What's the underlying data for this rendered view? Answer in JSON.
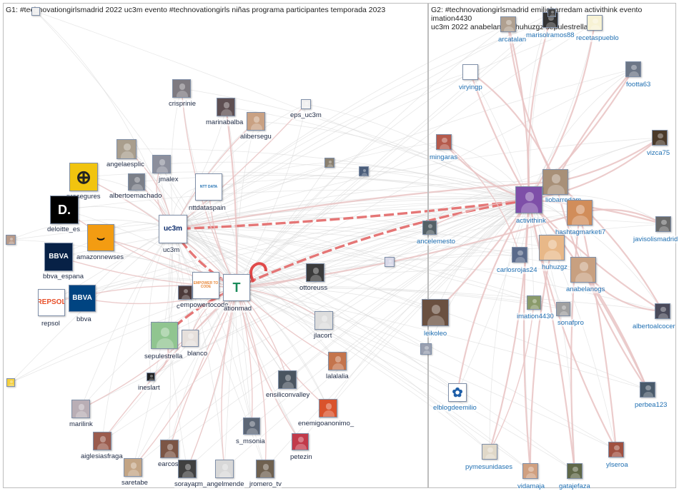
{
  "groups": [
    {
      "id": "g1",
      "caption": "G1: #technovationgirlsmadrid 2022 uc3m evento #technovationgirls niñas programa participantes temporada 2023"
    },
    {
      "id": "g2",
      "caption": "G2: #technovationgirlsmadrid emiliobarredam activithink evento imation4430\nuc3m 2022 anabelanogs huhuzgz sepulestrella"
    }
  ],
  "colors": {
    "edge_light": "#e9c4c4",
    "edge_strong": "#e46f6f",
    "edge_gray": "#d6d6d6",
    "label_g1": "#1e2a44",
    "label_g2": "#1f6fb2"
  },
  "nodes": [
    {
      "id": "crisprinie",
      "label": "crisprinie",
      "group": "g1",
      "icon": "profile-photo"
    },
    {
      "id": "marinabalba",
      "label": "marinabalba",
      "group": "g1",
      "icon": "profile-photo"
    },
    {
      "id": "alibersegu",
      "label": "alibersegu",
      "group": "g1",
      "icon": "profile-photo"
    },
    {
      "id": "eps_uc3m",
      "label": "eps_uc3m",
      "group": "g1",
      "icon": "profile-photo"
    },
    {
      "id": "angelaesplic",
      "label": "angelaesplic",
      "group": "g1",
      "icon": "profile-photo"
    },
    {
      "id": "jmalex",
      "label": "jmalex",
      "group": "g1",
      "icon": "profile-photo"
    },
    {
      "id": "prosegures",
      "label": "prosegures",
      "group": "g1",
      "icon": "globe-logo"
    },
    {
      "id": "albertoemachado",
      "label": "albertoemachado",
      "group": "g1",
      "icon": "profile-photo"
    },
    {
      "id": "nttdataspain",
      "label": "nttdataspain",
      "group": "g1",
      "icon": "nttdata-logo",
      "logo_text": "NTT DATA"
    },
    {
      "id": "deloitte_es",
      "label": "deloitte_es",
      "group": "g1",
      "icon": "deloitte-logo",
      "logo_text": "D."
    },
    {
      "id": "amazonnewses",
      "label": "amazonnewses",
      "group": "g1",
      "icon": "amazon-logo",
      "logo_text": "⌣"
    },
    {
      "id": "uc3m",
      "label": "uc3m",
      "group": "g1",
      "icon": "uc3m-logo",
      "logo_text": "uc3m"
    },
    {
      "id": "bbva_espana",
      "label": "bbva_espana",
      "group": "g1",
      "icon": "bbva-logo",
      "logo_text": "BBVA"
    },
    {
      "id": "repsol",
      "label": "repsol",
      "group": "g1",
      "icon": "repsol-logo",
      "logo_text": "REPSOL"
    },
    {
      "id": "bbva",
      "label": "bbva",
      "group": "g1",
      "icon": "bbva-logo",
      "logo_text": "BBVA"
    },
    {
      "id": "empowertocode",
      "label": "empowertocode",
      "group": "g1",
      "icon": "empowertocode-logo",
      "logo_text": "EMPOWER TO CODE"
    },
    {
      "id": "technovationmad",
      "label": "ationmad",
      "group": "g1",
      "icon": "technovation-logo",
      "logo_text": "T"
    },
    {
      "id": "c_partial",
      "label": "c",
      "group": "g1",
      "icon": "profile-photo"
    },
    {
      "id": "ottoreuss",
      "label": "ottoreuss",
      "group": "g1",
      "icon": "profile-photo"
    },
    {
      "id": "jlacort",
      "label": "jlacort",
      "group": "g1",
      "icon": "profile-photo"
    },
    {
      "id": "sepulestrella",
      "label": "sepulestrella",
      "group": "g1",
      "icon": "profile-photo"
    },
    {
      "id": "blanco",
      "label": "blanco",
      "group": "g1",
      "icon": "profile-photo"
    },
    {
      "id": "ineslart",
      "label": "ineslart",
      "group": "g1",
      "icon": "profile-photo"
    },
    {
      "id": "lalalalia",
      "label": "lalalalia",
      "group": "g1",
      "icon": "profile-photo"
    },
    {
      "id": "ensiliconvalley",
      "label": "ensiliconvalley",
      "group": "g1",
      "icon": "profile-photo"
    },
    {
      "id": "enemigoanonimo_",
      "label": "enemigoanonimo_",
      "group": "g1",
      "icon": "profile-photo"
    },
    {
      "id": "marilink",
      "label": "marilink",
      "group": "g1",
      "icon": "profile-photo"
    },
    {
      "id": "aiglesiasfraga",
      "label": "aiglesiasfraga",
      "group": "g1",
      "icon": "profile-photo"
    },
    {
      "id": "s_msonia",
      "label": "s_msonia",
      "group": "g1",
      "icon": "profile-photo"
    },
    {
      "id": "petezin",
      "label": "petezin",
      "group": "g1",
      "icon": "profile-photo"
    },
    {
      "id": "saretabe",
      "label": "saretabe",
      "group": "g1",
      "icon": "profile-photo"
    },
    {
      "id": "earcos",
      "label": "earcos",
      "group": "g1",
      "icon": "profile-photo"
    },
    {
      "id": "sorayap",
      "label": "sorayap",
      "group": "g1",
      "icon": "profile-photo"
    },
    {
      "id": "m_angelmende",
      "label": "m_angelmende",
      "group": "g1",
      "icon": "profile-photo"
    },
    {
      "id": "jromero_tv",
      "label": "jromero_tv",
      "group": "g1",
      "icon": "profile-photo"
    },
    {
      "id": "small1",
      "label": "",
      "group": "g1",
      "icon": "profile-photo"
    },
    {
      "id": "small2",
      "label": "",
      "group": "g1",
      "icon": "profile-photo"
    },
    {
      "id": "small3",
      "label": "",
      "group": "g1",
      "icon": "profile-photo"
    },
    {
      "id": "small4",
      "label": "",
      "group": "g1",
      "icon": "profile-photo"
    },
    {
      "id": "small5",
      "label": "",
      "group": "g1",
      "icon": "profile-photo"
    },
    {
      "id": "small6",
      "label": "",
      "group": "g1",
      "icon": "profile-photo"
    },
    {
      "id": "arcatalan",
      "label": "arcatalan",
      "group": "g2",
      "icon": "profile-photo"
    },
    {
      "id": "marisolramos88",
      "label": "marisolramos88",
      "group": "g2",
      "icon": "profile-photo"
    },
    {
      "id": "recetaspueblo",
      "label": "recetaspueblo",
      "group": "g2",
      "icon": "profile-photo"
    },
    {
      "id": "viryingp",
      "label": "viryingp",
      "group": "g2",
      "icon": "profile-photo"
    },
    {
      "id": "footta63",
      "label": "footta63",
      "group": "g2",
      "icon": "profile-photo"
    },
    {
      "id": "mingaras",
      "label": "mingaras",
      "group": "g2",
      "icon": "profile-photo"
    },
    {
      "id": "vizca75",
      "label": "vizca75",
      "group": "g2",
      "icon": "profile-photo"
    },
    {
      "id": "emiliobarredam",
      "label": "liobarredam",
      "group": "g2",
      "icon": "profile-photo"
    },
    {
      "id": "activithink",
      "label": "activithink",
      "group": "g2",
      "icon": "profile-photo"
    },
    {
      "id": "hashtagmarketi7",
      "label": "hashtagmarketi7",
      "group": "g2",
      "icon": "profile-photo"
    },
    {
      "id": "javisolismadrid",
      "label": "javisolismadrid",
      "group": "g2",
      "icon": "profile-photo"
    },
    {
      "id": "ancelemesto",
      "label": "ancelemesto",
      "group": "g2",
      "icon": "profile-photo"
    },
    {
      "id": "carlosrojas24",
      "label": "carlosrojas24",
      "group": "g2",
      "icon": "profile-photo"
    },
    {
      "id": "huhuzgz",
      "label": "huhuzgz",
      "group": "g2",
      "icon": "profile-photo"
    },
    {
      "id": "anabelanogs",
      "label": "anabelanogs",
      "group": "g2",
      "icon": "profile-photo"
    },
    {
      "id": "imation4430",
      "label": "imation4430",
      "group": "g2",
      "icon": "profile-photo"
    },
    {
      "id": "sonafpro",
      "label": "sonafpro",
      "group": "g2",
      "icon": "profile-photo"
    },
    {
      "id": "albertoalcocer",
      "label": "albertoalcocer",
      "group": "g2",
      "icon": "profile-photo"
    },
    {
      "id": "leikoleo",
      "label": "leikoleo",
      "group": "g2",
      "icon": "profile-photo"
    },
    {
      "id": "elblogdeemilio",
      "label": "elblogdeemilio",
      "group": "g2",
      "icon": "blog-logo",
      "logo_text": "✿"
    },
    {
      "id": "perbea123",
      "label": "perbea123",
      "group": "g2",
      "icon": "profile-photo"
    },
    {
      "id": "pymesunidases",
      "label": "pymesunidases",
      "group": "g2",
      "icon": "profile-photo"
    },
    {
      "id": "ylseroa",
      "label": "ylseroa",
      "group": "g2",
      "icon": "profile-photo"
    },
    {
      "id": "vidamaja",
      "label": "vidamaja",
      "group": "g2",
      "icon": "profile-photo"
    },
    {
      "id": "gatajefaza",
      "label": "gatajefaza",
      "group": "g2",
      "icon": "profile-photo"
    },
    {
      "id": "small_g2a",
      "label": "",
      "group": "g2",
      "icon": "profile-photo"
    },
    {
      "id": "small_g2b",
      "label": "",
      "group": "g2",
      "icon": "profile-photo"
    }
  ],
  "edges": [
    {
      "from": "sepulestrella",
      "to": "technovationmad",
      "weight": 3
    },
    {
      "from": "uc3m",
      "to": "technovationmad",
      "weight": 3
    },
    {
      "from": "empowertocode",
      "to": "technovationmad",
      "weight": 2
    },
    {
      "from": "activithink",
      "to": "technovationmad",
      "weight": 3
    },
    {
      "from": "activithink",
      "to": "uc3m",
      "weight": 3
    },
    {
      "from": "emiliobarredam",
      "to": "uc3m",
      "weight": 2
    },
    {
      "from": "hashtagmarketi7",
      "to": "technovationmad",
      "weight": 2
    },
    {
      "from": "crisprinie",
      "to": "technovationmad",
      "weight": 1
    },
    {
      "from": "marinabalba",
      "to": "technovationmad",
      "weight": 2
    },
    {
      "from": "alibersegu",
      "to": "uc3m",
      "weight": 1
    },
    {
      "from": "angelaesplic",
      "to": "uc3m",
      "weight": 1
    },
    {
      "from": "jmalex",
      "to": "uc3m",
      "weight": 1
    },
    {
      "from": "albertoemachado",
      "to": "uc3m",
      "weight": 1
    },
    {
      "from": "nttdataspain",
      "to": "technovationmad",
      "weight": 1
    },
    {
      "from": "prosegures",
      "to": "technovationmad",
      "weight": 1
    },
    {
      "from": "deloitte_es",
      "to": "technovationmad",
      "weight": 1
    },
    {
      "from": "amazonnewses",
      "to": "technovationmad",
      "weight": 1
    },
    {
      "from": "bbva_espana",
      "to": "technovationmad",
      "weight": 1
    },
    {
      "from": "repsol",
      "to": "technovationmad",
      "weight": 1
    },
    {
      "from": "bbva",
      "to": "technovationmad",
      "weight": 1
    },
    {
      "from": "ottoreuss",
      "to": "technovationmad",
      "weight": 1
    },
    {
      "from": "jlacort",
      "to": "technovationmad",
      "weight": 1
    },
    {
      "from": "blanco",
      "to": "technovationmad",
      "weight": 1
    },
    {
      "from": "ineslart",
      "to": "sepulestrella",
      "weight": 2
    },
    {
      "from": "lalalalia",
      "to": "technovationmad",
      "weight": 1
    },
    {
      "from": "ensiliconvalley",
      "to": "technovationmad",
      "weight": 1
    },
    {
      "from": "enemigoanonimo_",
      "to": "technovationmad",
      "weight": 1
    },
    {
      "from": "marilink",
      "to": "technovationmad",
      "weight": 1
    },
    {
      "from": "aiglesiasfraga",
      "to": "technovationmad",
      "weight": 1
    },
    {
      "from": "s_msonia",
      "to": "technovationmad",
      "weight": 1
    },
    {
      "from": "petezin",
      "to": "technovationmad",
      "weight": 1
    },
    {
      "from": "saretabe",
      "to": "technovationmad",
      "weight": 1
    },
    {
      "from": "earcos",
      "to": "technovationmad",
      "weight": 1
    },
    {
      "from": "sorayap",
      "to": "technovationmad",
      "weight": 1
    },
    {
      "from": "m_angelmende",
      "to": "technovationmad",
      "weight": 1
    },
    {
      "from": "jromero_tv",
      "to": "technovationmad",
      "weight": 1
    },
    {
      "from": "eps_uc3m",
      "to": "uc3m",
      "weight": 1
    },
    {
      "from": "activithink",
      "to": "arcatalan",
      "weight": 2
    },
    {
      "from": "activithink",
      "to": "marisolramos88",
      "weight": 2
    },
    {
      "from": "activithink",
      "to": "recetaspueblo",
      "weight": 2
    },
    {
      "from": "activithink",
      "to": "viryingp",
      "weight": 2
    },
    {
      "from": "activithink",
      "to": "footta63",
      "weight": 2
    },
    {
      "from": "activithink",
      "to": "mingaras",
      "weight": 2
    },
    {
      "from": "activithink",
      "to": "vizca75",
      "weight": 2
    },
    {
      "from": "activithink",
      "to": "javisolismadrid",
      "weight": 2
    },
    {
      "from": "activithink",
      "to": "albertoalcocer",
      "weight": 2
    },
    {
      "from": "activithink",
      "to": "perbea123",
      "weight": 2
    },
    {
      "from": "activithink",
      "to": "ylseroa",
      "weight": 2
    },
    {
      "from": "activithink",
      "to": "gatajefaza",
      "weight": 2
    },
    {
      "from": "activithink",
      "to": "vidamaja",
      "weight": 2
    },
    {
      "from": "activithink",
      "to": "pymesunidases",
      "weight": 2
    },
    {
      "from": "activithink",
      "to": "elblogdeemilio",
      "weight": 2
    },
    {
      "from": "activithink",
      "to": "leikoleo",
      "weight": 2
    },
    {
      "from": "activithink",
      "to": "ancelemesto",
      "weight": 1
    },
    {
      "from": "emiliobarredam",
      "to": "arcatalan",
      "weight": 2
    },
    {
      "from": "emiliobarredam",
      "to": "viryingp",
      "weight": 2
    },
    {
      "from": "emiliobarredam",
      "to": "footta63",
      "weight": 2
    },
    {
      "from": "emiliobarredam",
      "to": "vizca75",
      "weight": 2
    },
    {
      "from": "emiliobarredam",
      "to": "albertoalcocer",
      "weight": 2
    },
    {
      "from": "emiliobarredam",
      "to": "perbea123",
      "weight": 2
    },
    {
      "from": "hashtagmarketi7",
      "to": "ylseroa",
      "weight": 2
    },
    {
      "from": "hashtagmarketi7",
      "to": "gatajefaza",
      "weight": 2
    },
    {
      "from": "hashtagmarketi7",
      "to": "javisolismadrid",
      "weight": 2
    },
    {
      "from": "anabelanogs",
      "to": "albertoalcocer",
      "weight": 2
    },
    {
      "from": "anabelanogs",
      "to": "perbea123",
      "weight": 2
    },
    {
      "from": "huhuzgz",
      "to": "vidamaja",
      "weight": 2
    },
    {
      "from": "imation4430",
      "to": "pymesunidases",
      "weight": 1
    },
    {
      "from": "carlosrojas24",
      "to": "mingaras",
      "weight": 1
    }
  ]
}
